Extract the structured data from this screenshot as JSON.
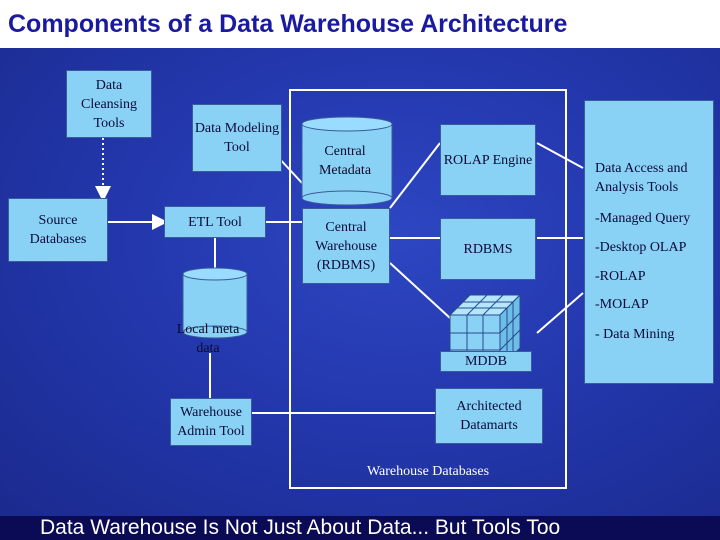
{
  "title": "Components of a Data Warehouse Architecture",
  "footer": "Data Warehouse Is Not Just About Data... But Tools Too",
  "nodes": {
    "cleansing": "Data Cleansing Tools",
    "source": "Source Databases",
    "modeling": "Data Modeling Tool",
    "etl": "ETL Tool",
    "central_metadata": "Central Metadata",
    "central_warehouse": "Central Warehouse (RDBMS)",
    "local_meta": "Local meta data",
    "admin": "Warehouse Admin Tool",
    "rolap": "ROLAP Engine",
    "rdbms": "RDBMS",
    "mddb": "MDDB",
    "datamarts": "Architected Datamarts",
    "warehouse_databases": "Warehouse Databases"
  },
  "access": {
    "heading": "Data Access and Analysis Tools",
    "items": [
      "-Managed Query",
      "-Desktop OLAP",
      "-ROLAP",
      "-MOLAP",
      "- Data Mining"
    ]
  },
  "colors": {
    "box": "#8ad2f5",
    "title": "#1a1aa0",
    "background": "#2438ae",
    "footer_bg": "#0a0a55"
  }
}
